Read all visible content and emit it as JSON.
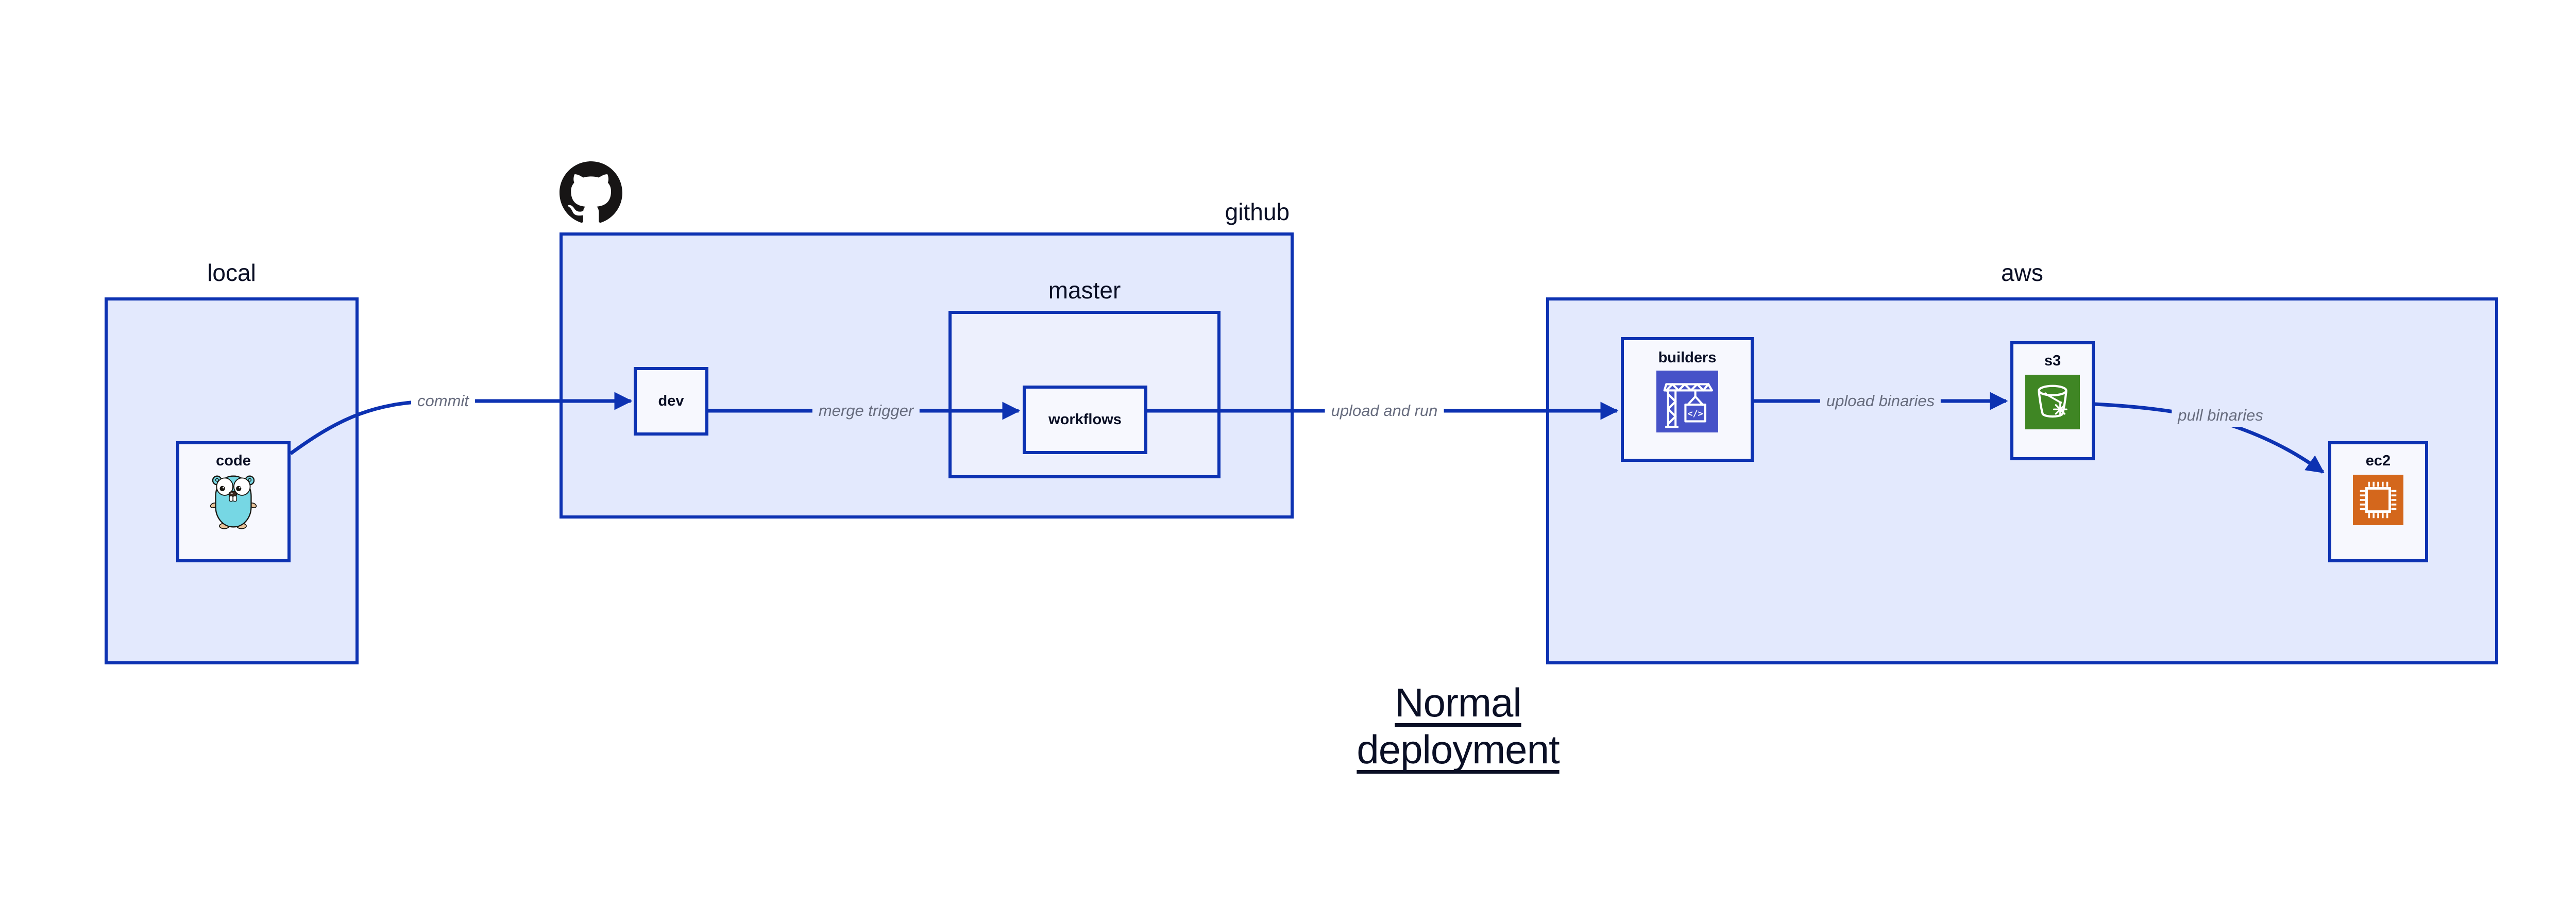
{
  "diagram_title": "Normal deployment",
  "containers": {
    "local": {
      "label": "local"
    },
    "github": {
      "label": "github"
    },
    "master": {
      "label": "master"
    },
    "aws": {
      "label": "aws"
    }
  },
  "nodes": {
    "code": {
      "label": "code",
      "icon": "go-gopher-icon"
    },
    "dev": {
      "label": "dev"
    },
    "workflows": {
      "label": "workflows"
    },
    "builders": {
      "label": "builders",
      "icon": "aws-codebuild-icon"
    },
    "s3": {
      "label": "s3",
      "icon": "aws-s3-icon"
    },
    "ec2": {
      "label": "ec2",
      "icon": "aws-ec2-icon"
    }
  },
  "edges": [
    {
      "from": "code",
      "to": "dev",
      "label": "commit"
    },
    {
      "from": "dev",
      "to": "workflows",
      "label": "merge trigger"
    },
    {
      "from": "workflows",
      "to": "builders",
      "label": "upload and run"
    },
    {
      "from": "builders",
      "to": "s3",
      "label": "upload binaries"
    },
    {
      "from": "s3",
      "to": "ec2",
      "label": "pull binaries"
    }
  ],
  "icons": {
    "github_logo": "github-octocat-icon",
    "code": "go-gopher-icon",
    "builders": "aws-codebuild-icon",
    "s3": "aws-s3-icon",
    "ec2": "aws-ec2-icon",
    "codebuild_glyph_text": "</>"
  },
  "colors": {
    "stroke_blue": "#0D32B2",
    "container_fill": "#E3E9FD",
    "nested_container_fill": "#EDF0FD",
    "node_fill": "#F7F8FE",
    "text_dark": "#0A0F25",
    "edge_label_gray": "#676C7E",
    "codebuild_indigo": "#4652C8",
    "s3_green": "#3F8624",
    "ec2_orange": "#D4671C",
    "gopher_teal": "#76D7E4",
    "github_black": "#171515"
  }
}
